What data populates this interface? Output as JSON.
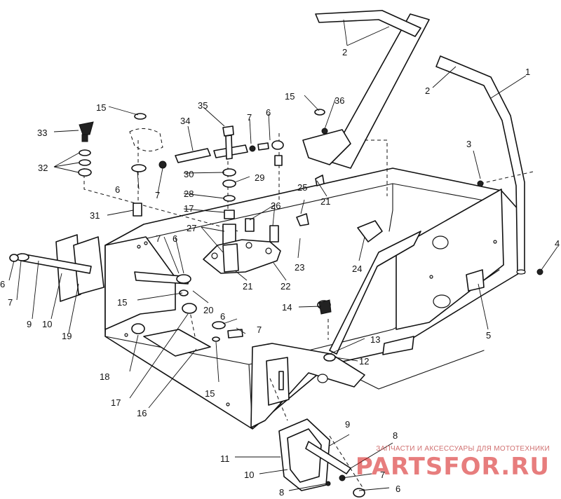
{
  "diagram": {
    "callouts": {
      "n1": "1",
      "n2a": "2",
      "n2b": "2",
      "n3": "3",
      "n4": "4",
      "n5": "5",
      "n6a": "6",
      "n6b": "6",
      "n6c": "6",
      "n6d": "6",
      "n6e": "6",
      "n6f": "6",
      "n7a": "7",
      "n7b": "7",
      "n7c": "7",
      "n7d": "7",
      "n7e": "7",
      "n7f": "7",
      "n8a": "8",
      "n8b": "8",
      "n9a": "9",
      "n9b": "9",
      "n10a": "10",
      "n10b": "10",
      "n11": "11",
      "n12": "12",
      "n13": "13",
      "n14": "14",
      "n15a": "15",
      "n15b": "15",
      "n15c": "15",
      "n15d": "15",
      "n16": "16",
      "n17a": "17",
      "n17b": "17",
      "n18": "18",
      "n19": "19",
      "n20": "20",
      "n21a": "21",
      "n21b": "21",
      "n22": "22",
      "n23": "23",
      "n24": "24",
      "n25": "25",
      "n26": "26",
      "n27": "27",
      "n28": "28",
      "n29": "29",
      "n30": "30",
      "n31": "31",
      "n32": "32",
      "n33": "33",
      "n34": "34",
      "n35": "35",
      "n36": "36"
    }
  },
  "watermark": {
    "tagline": "ЗАПЧАСТИ И АКСЕССУАРЫ ДЛЯ МОТОТЕХНИКИ",
    "logo": "PARTSFOR.RU"
  }
}
